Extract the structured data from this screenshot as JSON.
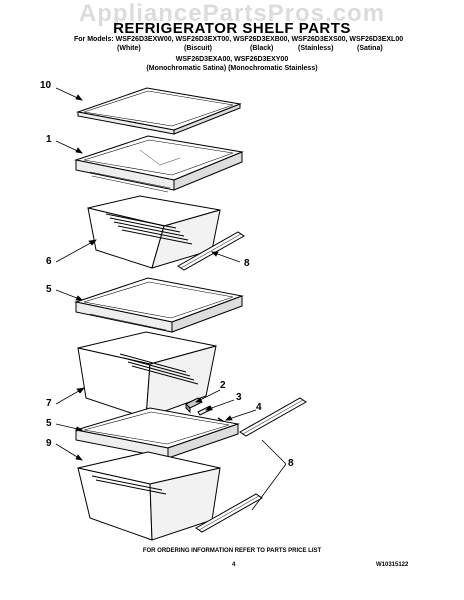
{
  "watermark": "AppliancePartsPros.com",
  "title": "REFRIGERATOR SHELF PARTS",
  "models": {
    "line1": "For Models: WSF26D3EXW00, WSF26D3EXT00, WSF26D3EXB00, WSF26D3EXS00, WSF26D3EXL00",
    "colors1": [
      "(White)",
      "(Biscuit)",
      "(Black)",
      "(Stainless)",
      "(Satina)"
    ],
    "line2": "WSF26D3EXA00, WSF26D3EXY00",
    "colors2": "(Monochromatic Satina) (Monochromatic Stainless)"
  },
  "callouts": {
    "c10": "10",
    "c1": "1",
    "c6": "6",
    "c8a": "8",
    "c5a": "5",
    "c2": "2",
    "c3": "3",
    "c4": "4",
    "c7": "7",
    "c5b": "5",
    "c9": "9",
    "c8b": "8"
  },
  "footer": {
    "ordering": "FOR ORDERING INFORMATION REFER TO PARTS PRICE LIST",
    "page": "4",
    "doc_number": "W10315122"
  }
}
